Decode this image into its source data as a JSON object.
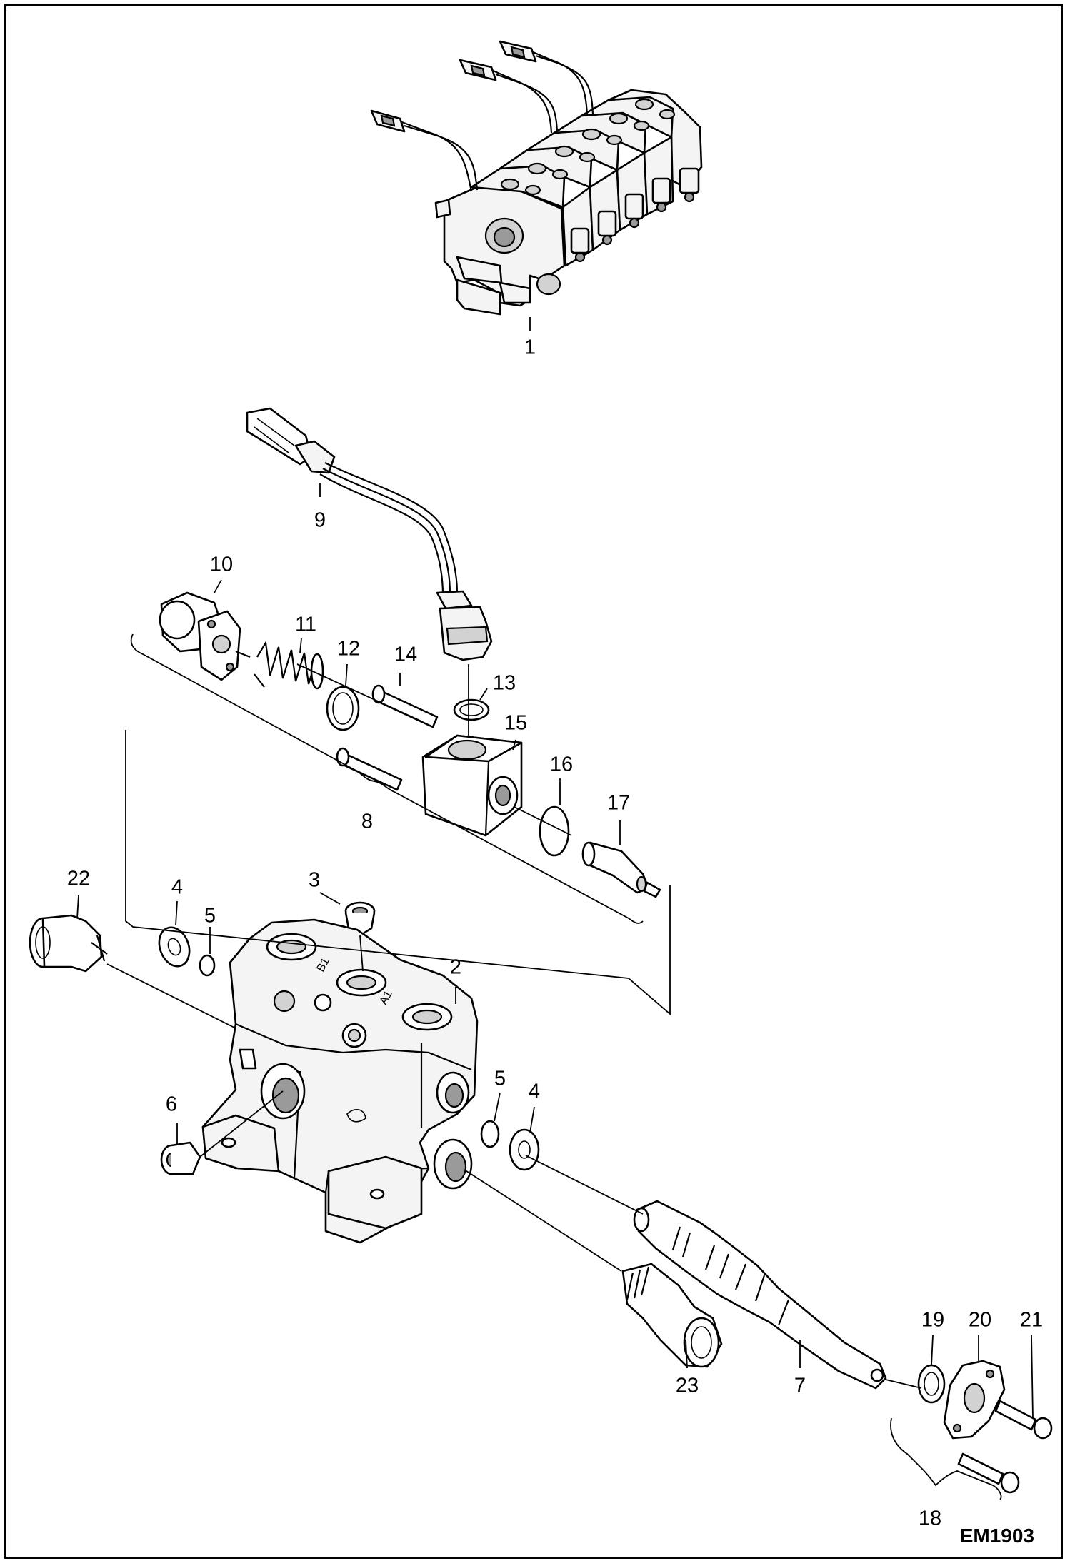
{
  "diagram": {
    "figure_id": "EM1903",
    "callouts": [
      "1",
      "2",
      "3",
      "4",
      "4",
      "5",
      "5",
      "6",
      "7",
      "8",
      "9",
      "10",
      "11",
      "12",
      "13",
      "14",
      "15",
      "16",
      "17",
      "18",
      "19",
      "20",
      "21",
      "22",
      "23"
    ],
    "port_marks": [
      "B1",
      "A1"
    ]
  }
}
